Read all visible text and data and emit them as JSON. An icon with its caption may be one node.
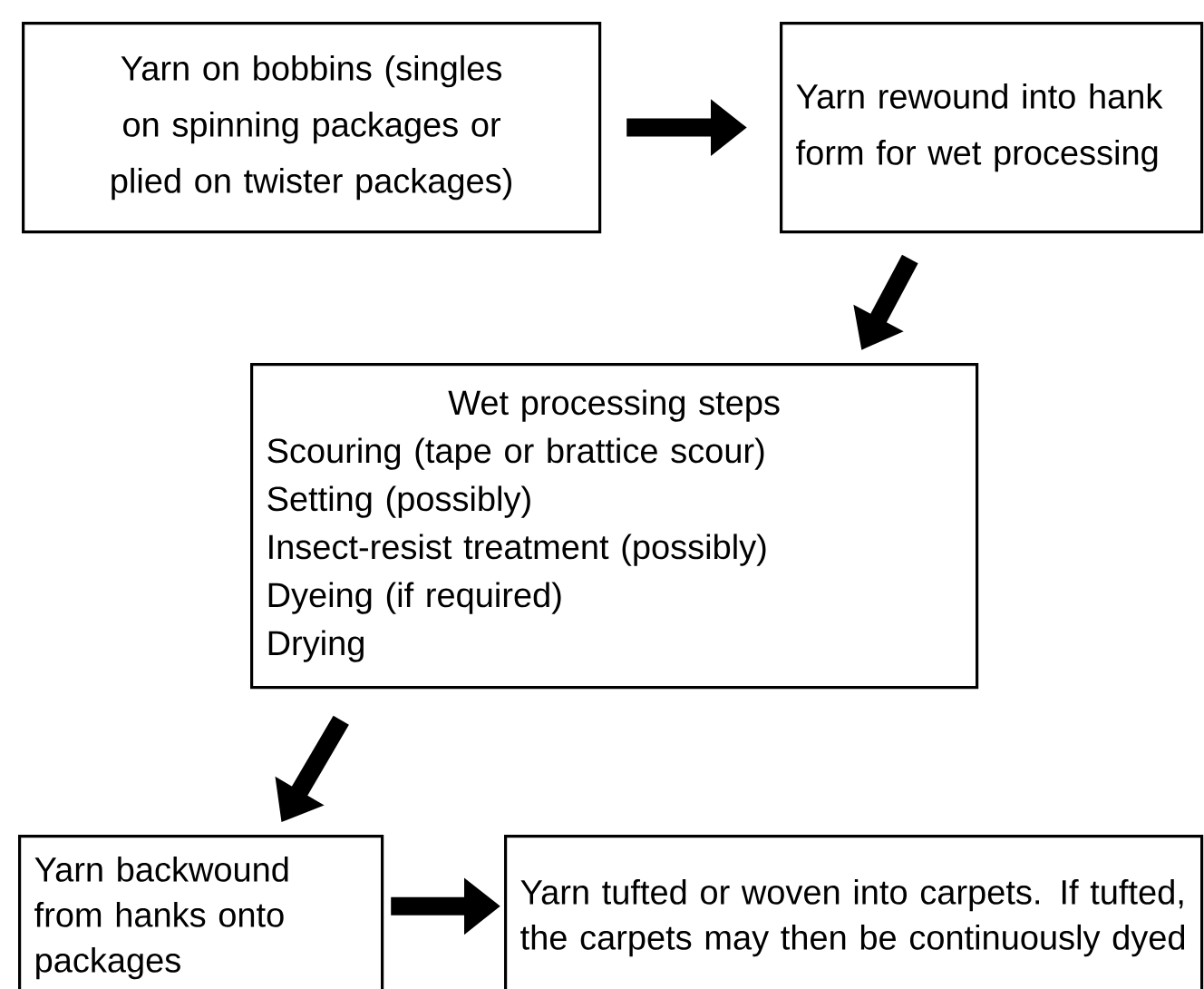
{
  "diagram": {
    "nodes": [
      {
        "text": [
          "Yarn on bobbins (singles on spinning packages or plied on twister packages)"
        ]
      },
      {
        "text": [
          "Yarn rewound into hank form for wet processing"
        ]
      },
      {
        "text": [
          "Wet processing steps",
          "Scouring (tape or brattice scour)",
          "Setting (possibly)",
          "Insect-resist treatment (possibly)",
          "Dyeing (if required)",
          "Drying"
        ]
      },
      {
        "text": [
          "Yarn backwound from hanks onto packages"
        ]
      },
      {
        "text": [
          "Yarn tufted or woven into carpets. If tufted, the carpets may then be continuously dyed"
        ]
      }
    ],
    "edges": [
      {
        "from": 0,
        "to": 1,
        "arrow": "to"
      },
      {
        "from": 1,
        "to": 2,
        "arrow": "to"
      },
      {
        "from": 2,
        "to": 3,
        "arrow": "to"
      },
      {
        "from": 3,
        "to": 4,
        "arrow": "to"
      }
    ]
  }
}
